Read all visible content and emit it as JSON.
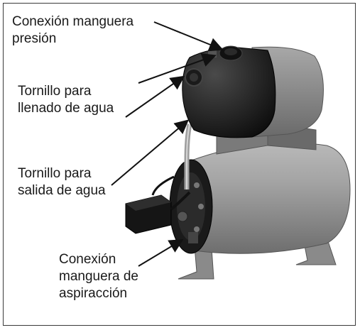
{
  "labels": {
    "pressure_hose": [
      "Conexión manguera",
      "presión"
    ],
    "fill_screw": [
      "Tornillo para",
      "llenado de agua"
    ],
    "drain_screw": [
      "Tornillo para",
      "salida de agua"
    ],
    "suction_hose": [
      "Conexión",
      "manguera de",
      "aspiracción"
    ]
  },
  "colors": {
    "tank_gray": "#9a9a9a",
    "pump_black": "#1e1e1e",
    "motor_gray": "#8c8c8c"
  }
}
